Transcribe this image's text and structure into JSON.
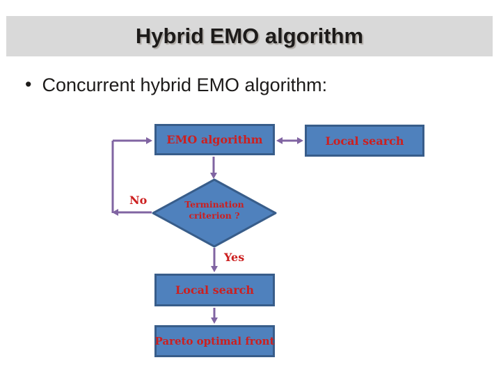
{
  "slide": {
    "title": "Hybrid EMO algorithm",
    "bullet_marker": "•",
    "bullet_text": "Concurrent hybrid EMO algorithm:"
  },
  "flowchart": {
    "nodes": {
      "emo": "EMO algorithm",
      "local_search_top": "Local search",
      "decision": "Termination criterion ?",
      "local_search_bottom": "Local search",
      "pareto": "Pareto optimal front"
    },
    "branch_labels": {
      "no": "No",
      "yes": "Yes"
    }
  },
  "colors": {
    "header_bg": "#d9d9d9",
    "title_text": "#1d1b1a",
    "body_text": "#1d1b1a",
    "node_fill": "#4f81bd",
    "node_border": "#385d8a",
    "node_text": "#cc1f1f",
    "connector": "#8064a2",
    "slide_bg": "#ffffff"
  }
}
